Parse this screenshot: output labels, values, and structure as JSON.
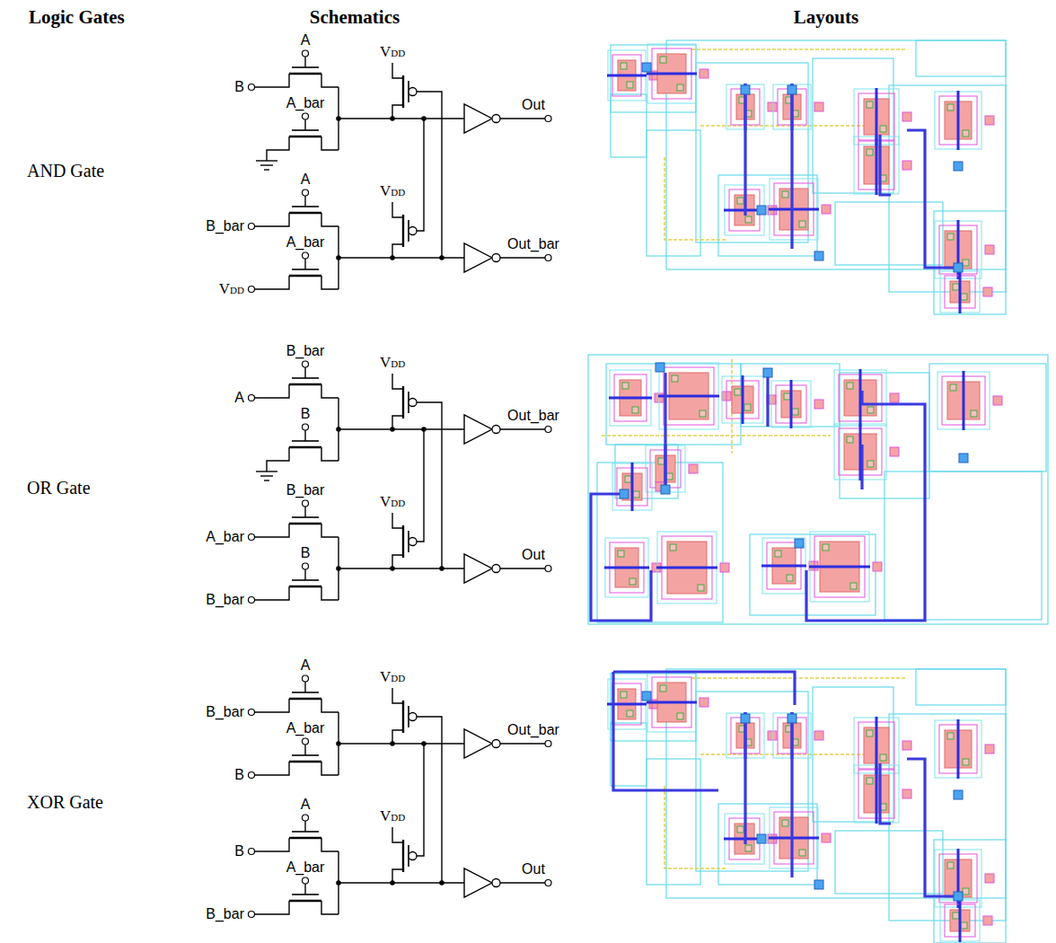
{
  "diagram": {
    "labels": [
      "Logic Gates",
      "Schematics",
      "Layouts",
      "AND Gate",
      "OR Gate",
      "XOR Gate",
      "A",
      "B",
      "A_bar",
      "A",
      "B_bar",
      "A_bar",
      "VDD",
      "VDD",
      "VDD",
      "Out",
      "Out_bar",
      "B_bar",
      "A",
      "B",
      "B_bar",
      "A_bar",
      "B",
      "B_bar",
      "VDD",
      "VDD",
      "Out_bar",
      "Out",
      "A",
      "B_bar",
      "A_bar",
      "B",
      "A",
      "B",
      "A_bar",
      "B_bar",
      "VDD",
      "VDD",
      "Out_bar",
      "Out"
    ]
  }
}
